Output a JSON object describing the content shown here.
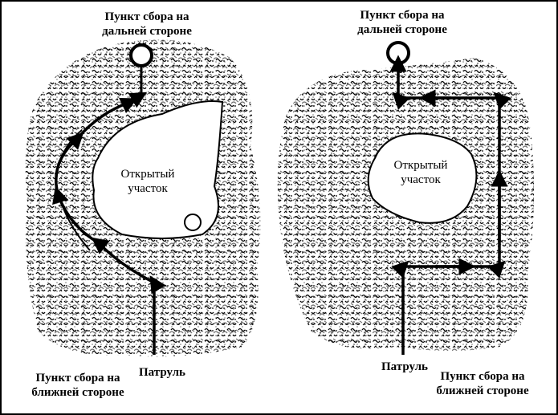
{
  "left_panel": {
    "far_rally_point": "Пункт сбора на\nдальней стороне",
    "open_area": "Открытый\nучасток",
    "patrol": "Патруль",
    "near_rally_point": "Пункт сбора на\nближней стороне"
  },
  "right_panel": {
    "far_rally_point": "Пункт сбора на\nдальней стороне",
    "open_area": "Открытый\nучасток",
    "patrol": "Патруль",
    "near_rally_point": "Пункт сбора на\nближней стороне"
  },
  "colors": {
    "ink": "#000000",
    "paper": "#ffffff"
  }
}
